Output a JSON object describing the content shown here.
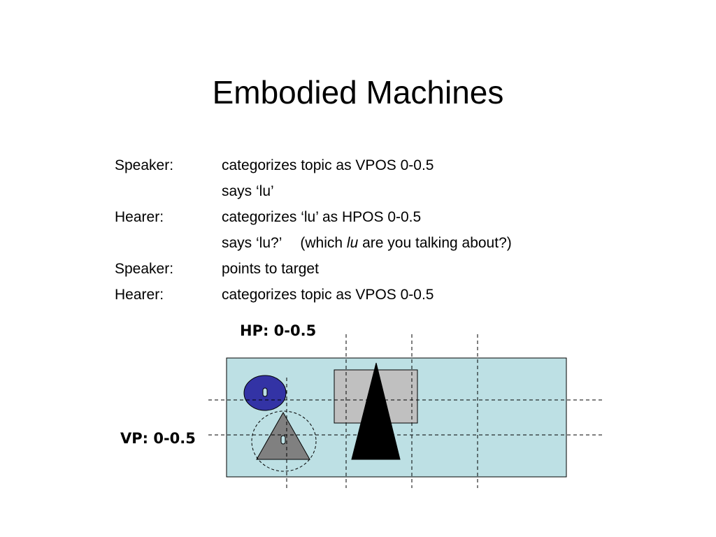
{
  "slide": {
    "title": "Embodied Machines",
    "dialogue": [
      {
        "speaker": "Speaker:",
        "text": "categorizes topic as VPOS 0-0.5"
      },
      {
        "speaker": "",
        "text": "says ‘lu’"
      },
      {
        "speaker": "Hearer:",
        "text": "categorizes ‘lu’ as HPOS 0-0.5"
      },
      {
        "speaker": "",
        "text_a": "says ‘lu?’",
        "text_b": "(which ",
        "text_italic": "lu",
        "text_c": " are you talking about?)"
      },
      {
        "speaker": "Speaker:",
        "text": "points to target"
      },
      {
        "speaker": "Hearer:",
        "text": "categorizes topic as VPOS 0-0.5"
      }
    ]
  },
  "diagram": {
    "hp_label": "HP: 0-0.5",
    "vp_label": "VP: 0-0.5",
    "colors": {
      "board": "#bde0e4",
      "circle": "#3333a5",
      "rectangle": "#c0c0c0",
      "small_triangle": "#808080",
      "large_triangle": "#000000",
      "marker": "#bde0e4"
    }
  }
}
